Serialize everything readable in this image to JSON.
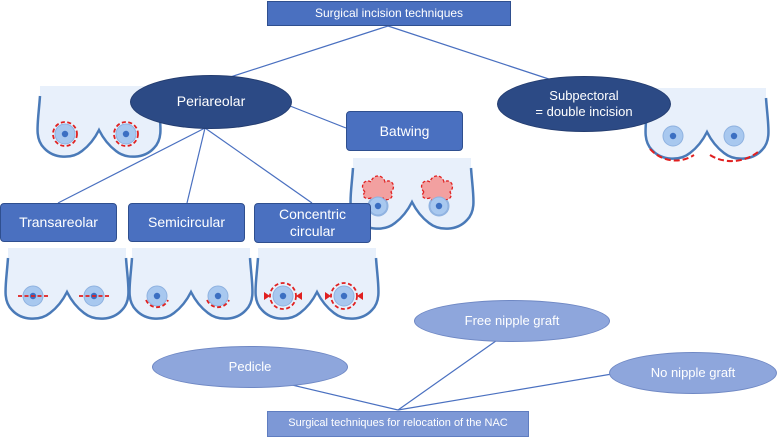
{
  "incision": {
    "title": "Surgical incision techniques",
    "periareolar": "Periareolar",
    "batwing": "Batwing",
    "subpectoral": "Subpectoral\n= double incision",
    "transareolar": "Transareolar",
    "semicircular": "Semicircular",
    "concentric": "Concentric\ncircular"
  },
  "relocation": {
    "title": "Surgical techniques for relocation of the NAC",
    "pedicle": "Pedicle",
    "free_graft": "Free nipple graft",
    "no_graft": "No nipple graft"
  },
  "colors": {
    "box_fill": "#4a70c0",
    "dark_ellipse": "#2c4a85",
    "light_ellipse": "#8ea6dc",
    "chest_fill": "#e8f0fb",
    "chest_outline": "#4a7ab8",
    "areola": "#a8c8ef",
    "nipple": "#3b6fc2",
    "incision_line": "#e02020",
    "batwing_fill": "#f2a0a0",
    "connector": "#4a70c0"
  }
}
